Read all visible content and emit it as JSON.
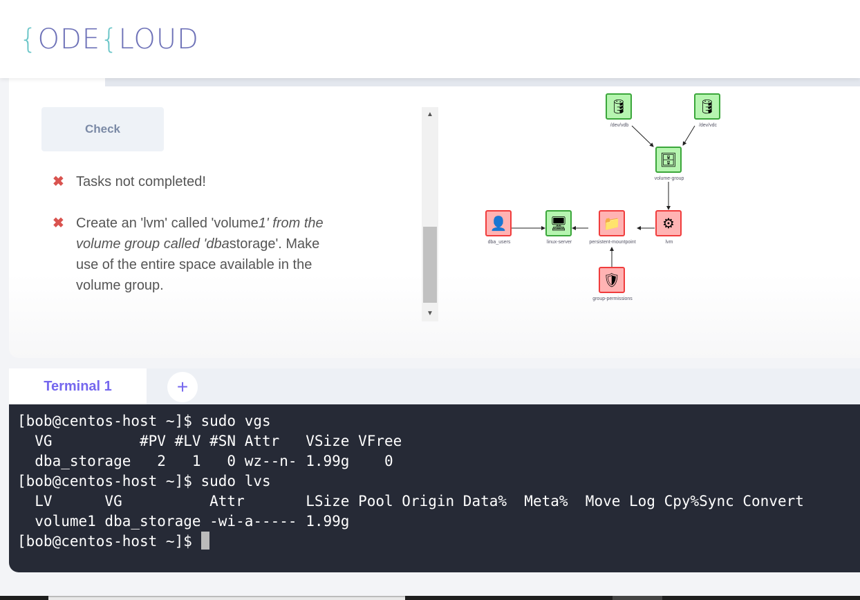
{
  "logo": "KODEKLOUD",
  "check_label": "Check",
  "messages": {
    "status": "Tasks not completed!",
    "task": "Create an 'lvm' called 'volume1' from the volume group called 'dbastorage'. Make use of the entire space available in the volume group.",
    "t1": "Create an 'lvm' called 'volume",
    "t2": "1' from the",
    "t3": "volume group called 'dba",
    "t4": "storage'. Make",
    "t5": "use of the entire space available in the",
    "t6": "volume group."
  },
  "icons": {
    "fail": "✖"
  },
  "diagram": {
    "vdb": "/dev/vdb",
    "vdc": "/dev/vdc",
    "vg": "volume-group",
    "lvm": "lvm",
    "mount": "persistent-mountpoint",
    "server": "linux-server",
    "users": "dba_users",
    "perm": "group-permissions"
  },
  "terminal": {
    "tab": "Terminal 1",
    "add": "+",
    "lines": [
      "[bob@centos-host ~]$ sudo vgs",
      "  VG          #PV #LV #SN Attr   VSize VFree",
      "  dba_storage   2   1   0 wz--n- 1.99g    0",
      "[bob@centos-host ~]$ sudo lvs",
      "  LV      VG          Attr       LSize Pool Origin Data%  Meta%  Move Log Cpy%Sync Convert",
      "  volume1 dba_storage -wi-a----- 1.99g",
      "[bob@centos-host ~]$ "
    ]
  }
}
